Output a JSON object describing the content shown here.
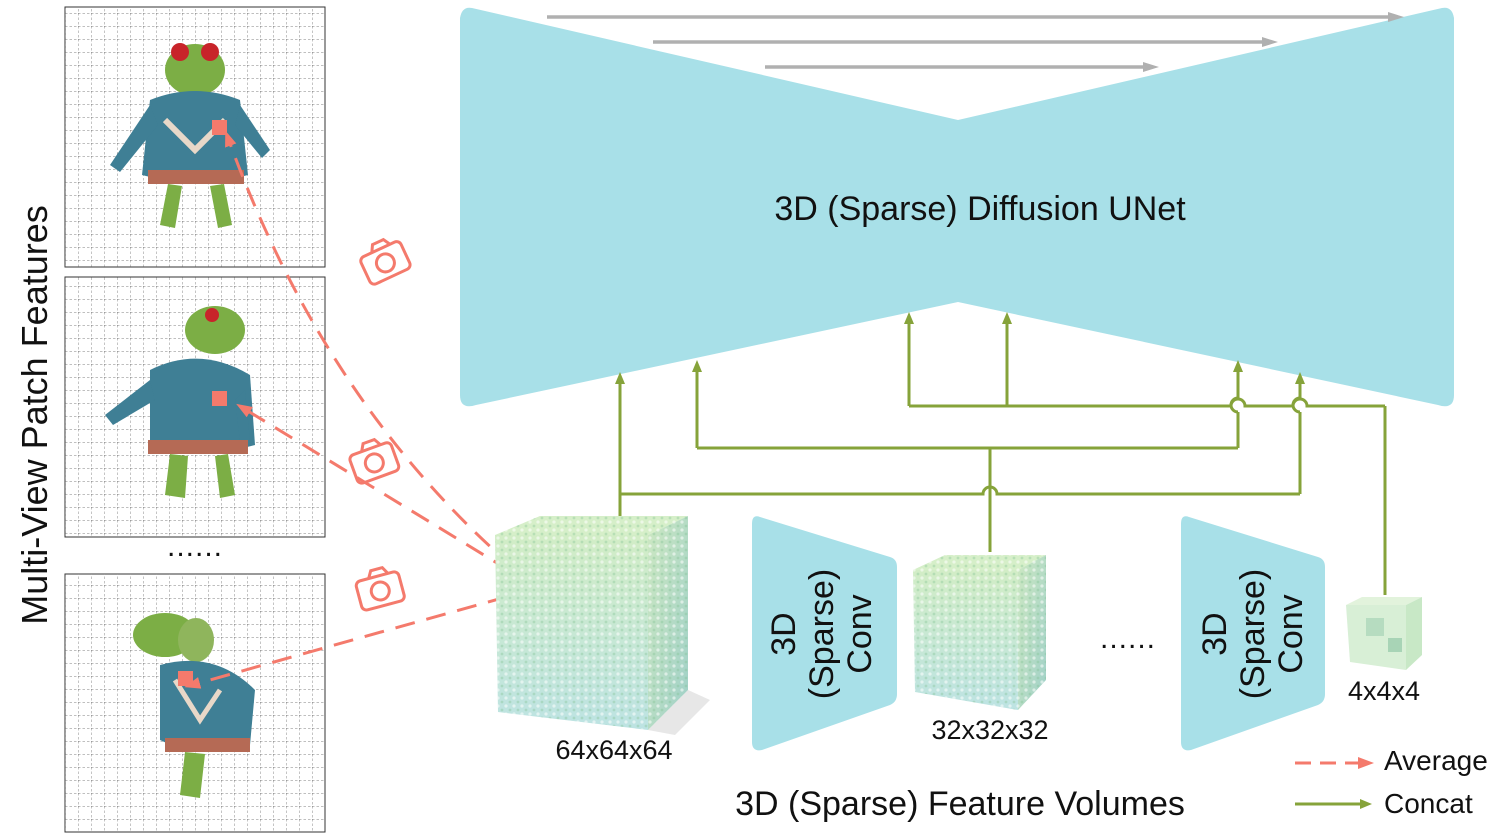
{
  "side_title": "Multi-View Patch Features",
  "unet": {
    "label": "3D (Sparse) Diffusion UNet"
  },
  "volumes_title": "3D (Sparse) Feature Volumes",
  "conv_blocks": [
    {
      "line1": "3D",
      "line2": "(Sparse)",
      "line3": "Conv"
    },
    {
      "line1": "3D",
      "line2": "(Sparse)",
      "line3": "Conv"
    }
  ],
  "volumes": [
    {
      "label": "64x64x64"
    },
    {
      "label": "32x32x32"
    },
    {
      "label": "4x4x4"
    }
  ],
  "ellipsis_views": "......",
  "ellipsis_volumes": "......",
  "legend": {
    "average": "Average",
    "concat": "Concat"
  },
  "colors": {
    "unet_fill": "#a8e0e8",
    "average_arrow": "#f47a6c",
    "concat_arrow": "#86a33a",
    "skip_arrow": "#b0b0b0",
    "cube_top": "#cfe8c8",
    "cube_front": "#bfe3dd",
    "cube_side": "#9ecf9f"
  },
  "icons": [
    "camera-icon",
    "camera-icon",
    "camera-icon",
    "frog-image",
    "frog-image",
    "frog-image"
  ]
}
